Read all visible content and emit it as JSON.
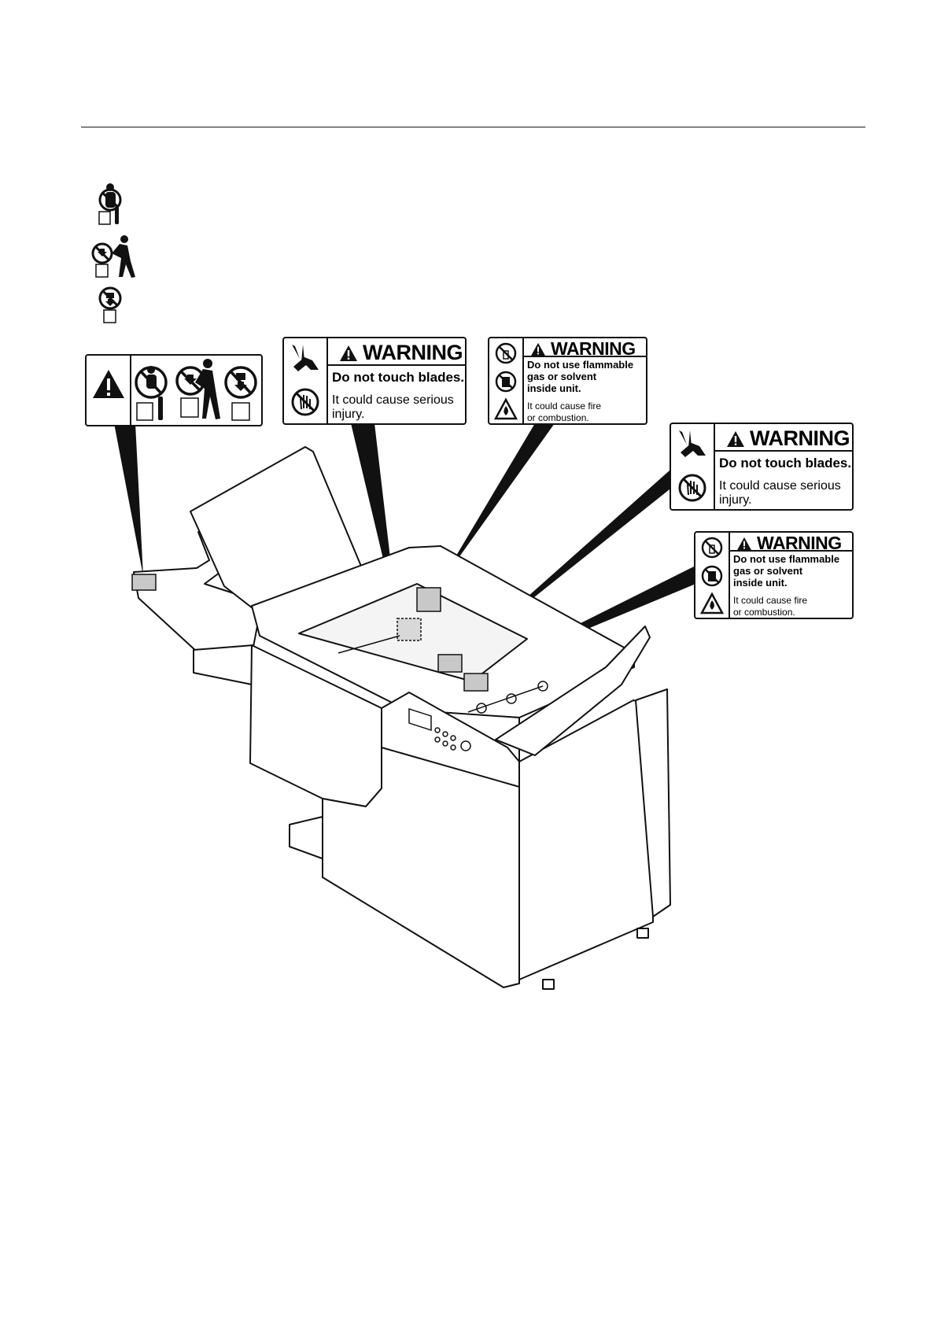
{
  "labels": {
    "blades": {
      "heading": "WARNING",
      "main": "Do not touch blades.",
      "detail_line1": "It could cause serious",
      "detail_line2": "injury."
    },
    "flammable": {
      "heading": "WARNING",
      "main_line1": "Do not use flammable",
      "main_line2": "gas or solvent",
      "main_line3": "inside unit.",
      "detail_line1": "It could cause fire",
      "detail_line2": "or combustion."
    }
  },
  "icons": {
    "legend": [
      "no-sitting-icon",
      "no-leaning-pushing-icon",
      "no-placing-objects-icon"
    ],
    "pictogram_label": [
      "warning-exclamation-icon",
      "no-sitting-icon",
      "no-leaning-pushing-icon",
      "no-placing-objects-icon"
    ],
    "blades_label": [
      "cut-hand-blade-icon",
      "do-not-touch-hand-icon"
    ],
    "flammable_label": [
      "no-spray-icon",
      "no-solvent-can-icon",
      "fire-hazard-icon"
    ]
  },
  "colors": {
    "ink": "#111111",
    "paper": "#ffffff",
    "sticker_fill": "#c8c8c8"
  }
}
